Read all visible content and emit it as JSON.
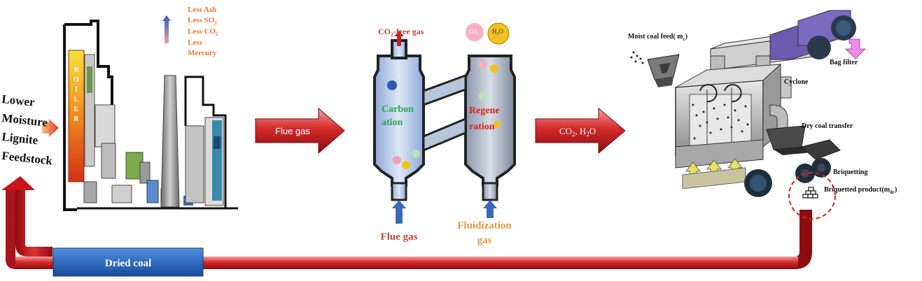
{
  "feed": {
    "line1": "Lower",
    "line2": "Moisture",
    "line3": "Lignite",
    "line4": "Feedstock"
  },
  "boiler": {
    "label": "BOILER",
    "benefits": [
      "Less Ash",
      "Less SO",
      "Less CO",
      "Less",
      "Mercury"
    ],
    "benefit_subscripts": [
      "",
      "2",
      "2",
      "",
      ""
    ]
  },
  "flue_gas_arrow": {
    "label": "Flue gas"
  },
  "reactor": {
    "co2_free_gas": "CO",
    "co2_free_gas_sub": "2",
    "co2_free_gas_suffix": "-free gas",
    "bubble_co2": "CO",
    "bubble_co2_sub": "2",
    "bubble_h2o": "H",
    "bubble_h2o_sub": "2",
    "bubble_h2o_suffix": "O",
    "carbonation_line1": "Carbon",
    "carbonation_line2": "ation",
    "regeneration_line1": "Regene",
    "regeneration_line2": "ration",
    "flue_gas_in": "Flue gas",
    "fluidization_line1": "Fluidization",
    "fluidization_line2": "gas"
  },
  "products_arrow": {
    "label_co": "CO",
    "label_co_sub": "2",
    "label_mid": ", H",
    "label_h_sub": "2",
    "label_end": "O"
  },
  "dryer": {
    "moist_coal_feed": "Moist coal feed( m",
    "moist_coal_feed_sub": "c",
    "moist_coal_feed_end": ")",
    "bag_filter": "Bag filter",
    "cyclone": "Cyclone",
    "dry_coal_transfer": "Dry coal transfer",
    "briquetting": "Briquetting",
    "briquetted_product": "Briquetted product(m",
    "briquetted_product_sub": "dc",
    "briquetted_product_end": ")"
  },
  "dried_coal": {
    "label": "Dried coal"
  },
  "colors": {
    "red_arrow": "#c8141c",
    "blue_box": "#1f5fb3",
    "orange_text": "#e8782a",
    "carbonation_green": "#2aa84a",
    "regeneration_red": "#d8201e",
    "flue_gas_text": "#c8463a",
    "fluidization_text": "#e89a40"
  }
}
